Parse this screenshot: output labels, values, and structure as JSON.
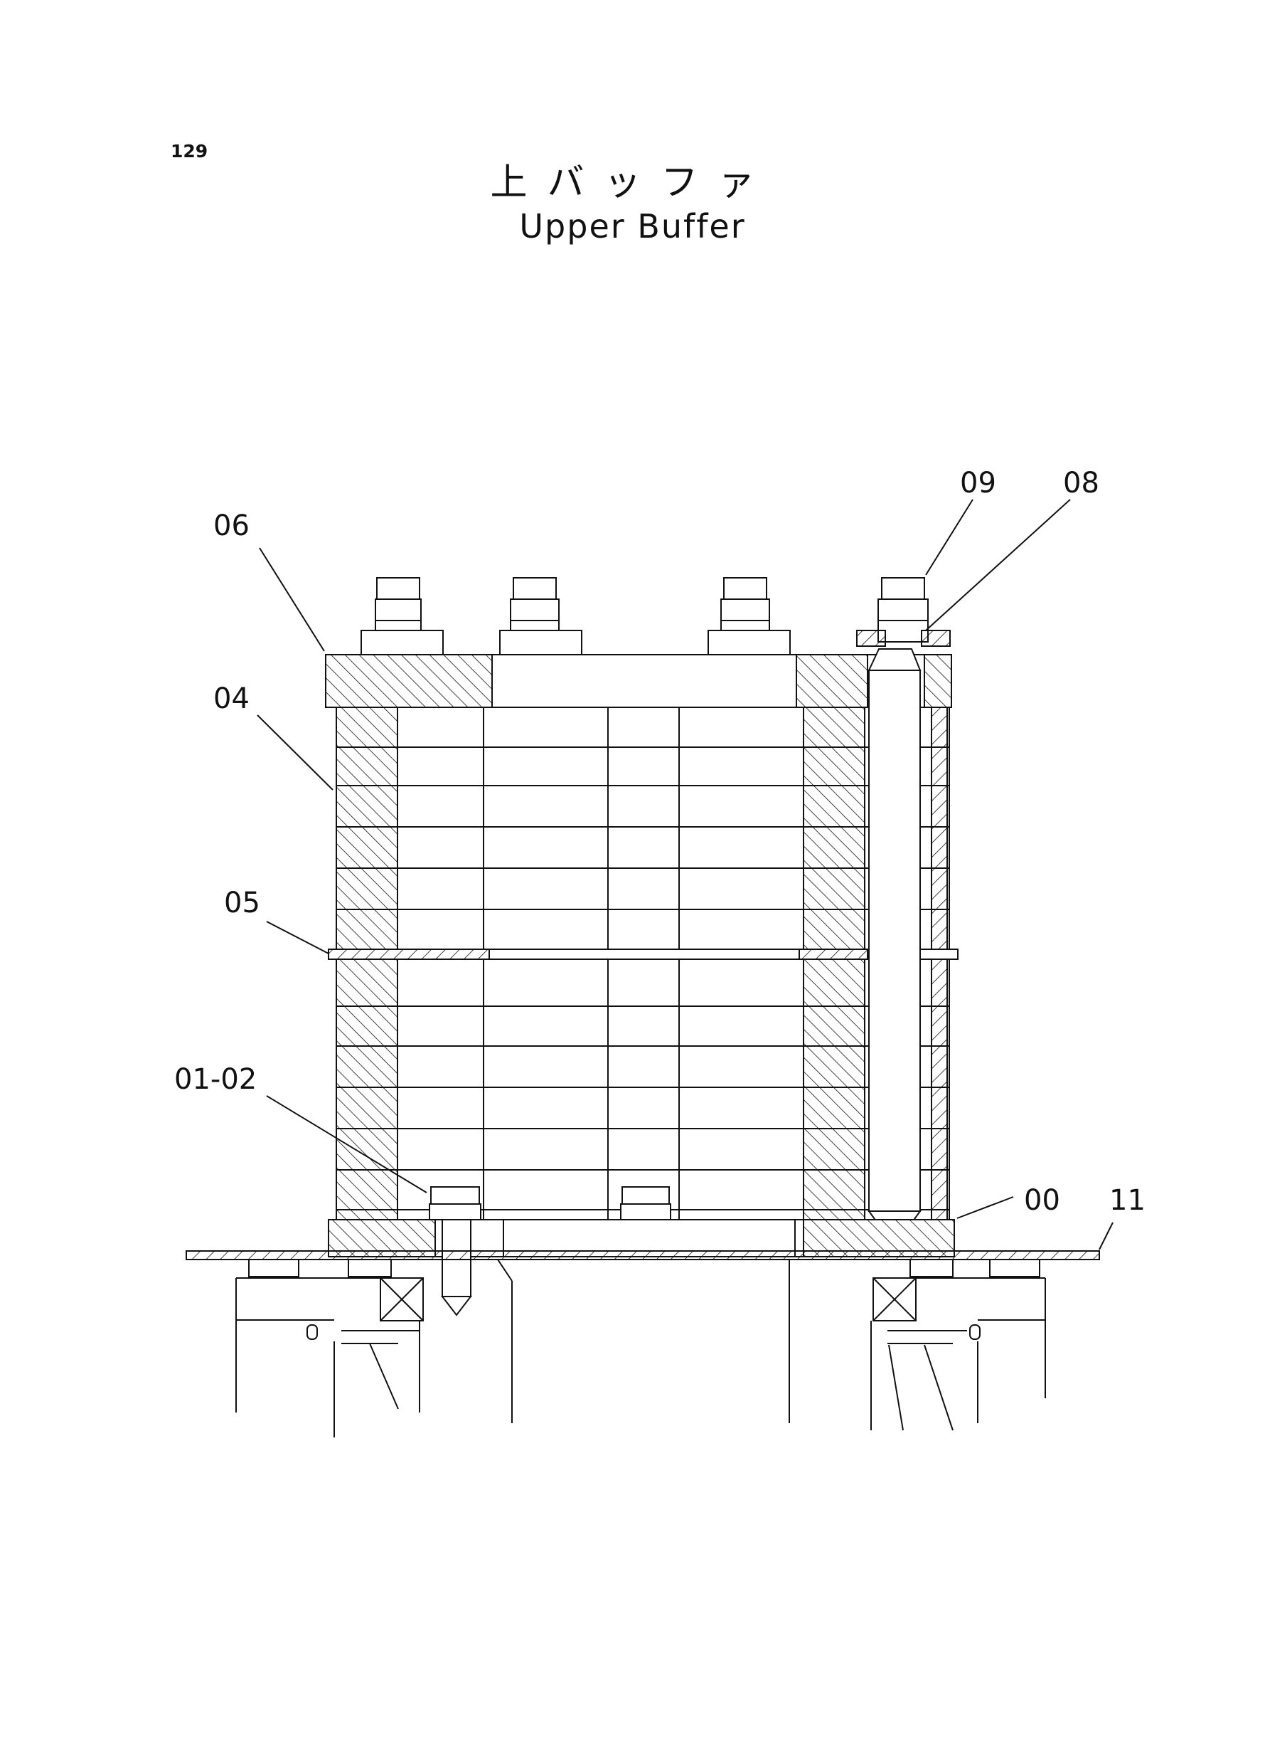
{
  "page_number": "129",
  "title_jp": "上バッファ",
  "title_en": "Upper Buffer",
  "callouts": [
    {
      "id": "c06",
      "label": "06"
    },
    {
      "id": "c04",
      "label": "04"
    },
    {
      "id": "c05",
      "label": "05"
    },
    {
      "id": "c0102",
      "label": "01-02"
    },
    {
      "id": "c09",
      "label": "09"
    },
    {
      "id": "c08",
      "label": "08"
    },
    {
      "id": "c00",
      "label": "00"
    },
    {
      "id": "c11",
      "label": "11"
    }
  ]
}
